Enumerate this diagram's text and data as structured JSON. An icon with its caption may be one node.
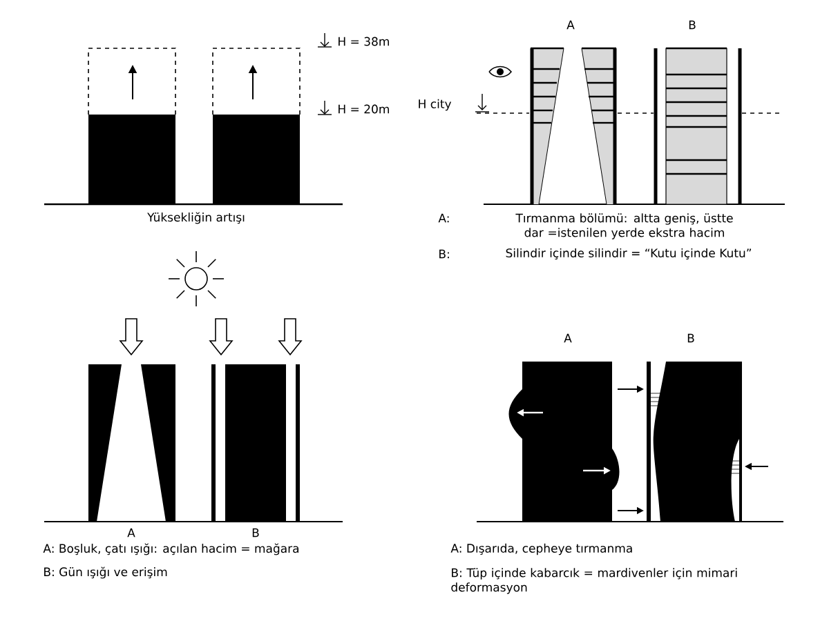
{
  "diagram": {
    "labels": [
      "H = 38m",
      "H = 20m",
      "A",
      "B",
      "H city",
      "Yüksekliğin artışı",
      "A:",
      "Tırmanma bölümü: altta geniş, üstte dar =istenilen yerde ekstra hacim",
      "B:",
      "Silindir içinde silindir = “Kutu içinde Kutu”",
      "A",
      "B",
      "A",
      "B",
      "A: Boşluk, çatı ışığı: açılan hacim = mağara",
      "A: Dışarıda, cepheye tırmanma",
      "B: Gün ışığı ve erişim",
      "B: Tüp içinde kabarcık = mardivenler için mimari deformasyon"
    ]
  }
}
